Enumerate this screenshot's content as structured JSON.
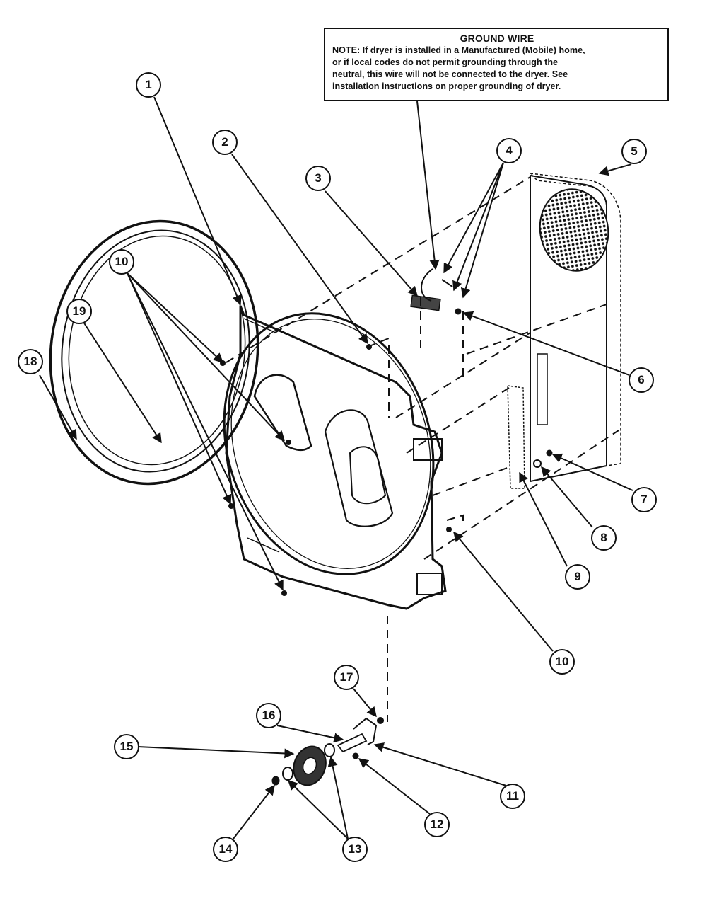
{
  "note": {
    "title": "GROUND WIRE",
    "lines": [
      "NOTE: If dryer is installed in a Manufactured (Mobile) home,",
      "or if local codes do not permit grounding through the",
      "neutral, this wire will not be connected to the dryer. See",
      "installation instructions on proper grounding of dryer."
    ]
  },
  "callouts": {
    "c1": "1",
    "c2": "2",
    "c3": "3",
    "c4": "4",
    "c5": "5",
    "c6": "6",
    "c7": "7",
    "c8": "8",
    "c9": "9",
    "c10a": "10",
    "c10b": "10",
    "c11": "11",
    "c12": "12",
    "c13": "13",
    "c14": "14",
    "c15": "15",
    "c16": "16",
    "c17": "17",
    "c18": "18",
    "c19": "19"
  }
}
